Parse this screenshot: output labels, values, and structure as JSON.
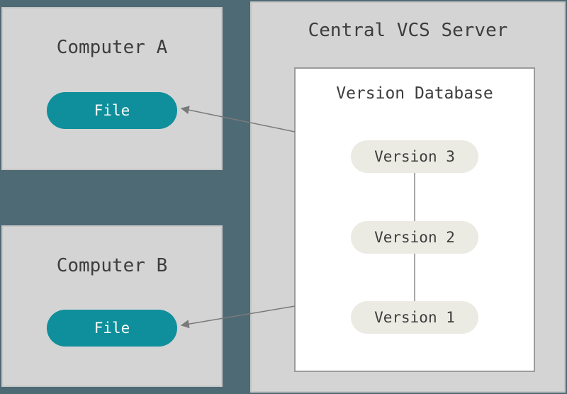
{
  "computer_a": {
    "title": "Computer A",
    "file_label": "File"
  },
  "computer_b": {
    "title": "Computer B",
    "file_label": "File"
  },
  "server": {
    "title": "Central VCS Server",
    "database": {
      "title": "Version Database",
      "versions": [
        "Version 3",
        "Version 2",
        "Version 1"
      ]
    }
  },
  "arrows": [
    {
      "from": "version-database",
      "to": "computer-a-file"
    },
    {
      "from": "version-database",
      "to": "computer-b-file"
    }
  ],
  "colors": {
    "background": "#4e6a74",
    "panel_fill": "#d4d4d4",
    "panel_border": "#c6c6c6",
    "database_fill": "#ffffff",
    "database_border": "#9b9b9b",
    "file_pill": "#0f8f9b",
    "file_pill_text": "#ffffff",
    "version_pill": "#ecebe3",
    "text": "#3d3d3d",
    "arrow": "#7a7a7a"
  }
}
